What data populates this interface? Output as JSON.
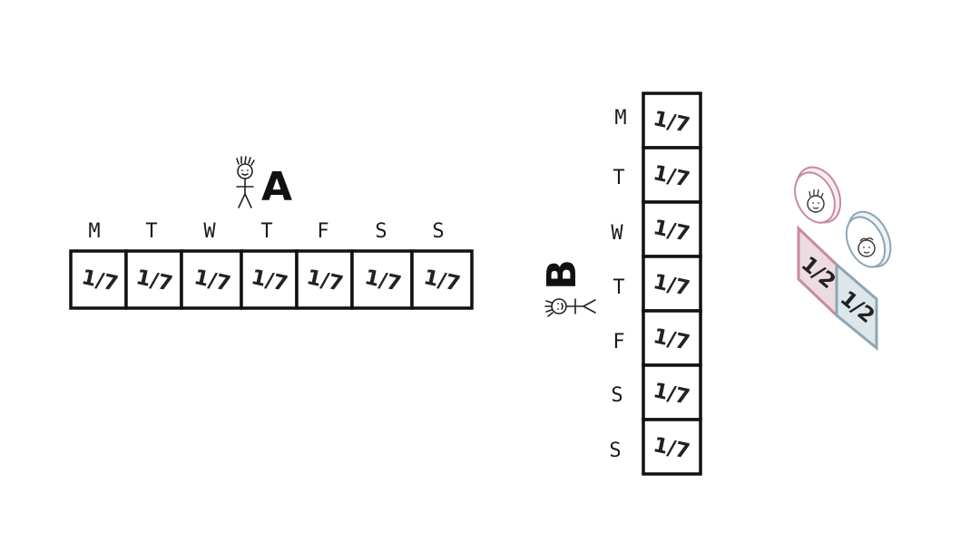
{
  "person_a": {
    "label": "A"
  },
  "person_b": {
    "label": "B"
  },
  "row_a": {
    "days": [
      "M",
      "T",
      "W",
      "T",
      "F",
      "S",
      "S"
    ],
    "fraction": "1/7"
  },
  "column_b": {
    "days": [
      "M",
      "T",
      "W",
      "T",
      "F",
      "S",
      "S"
    ],
    "fraction": "1/7"
  },
  "coins": {
    "shares": [
      "1/2",
      "1/2"
    ],
    "colors": {
      "pink": "#c98a9c",
      "blue": "#8ea6b3",
      "pink_fill": "#ecdbe0",
      "blue_fill": "#dde6ea"
    }
  }
}
